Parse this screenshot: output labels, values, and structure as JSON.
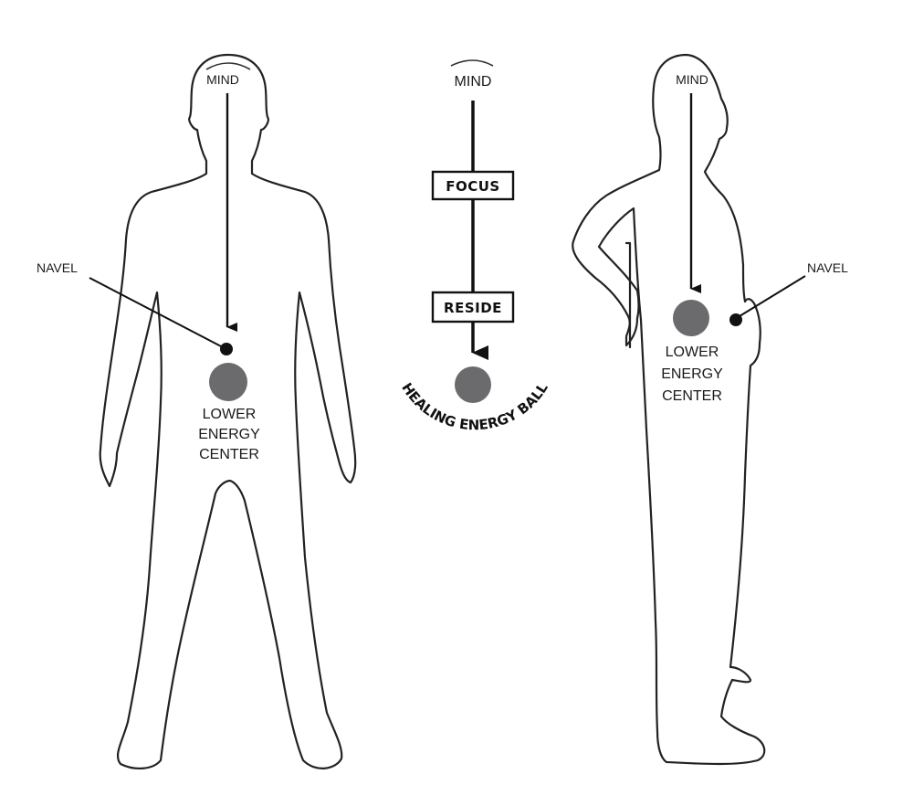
{
  "colors": {
    "ink": "#1a1a1a",
    "energy_ball": "#6b6b6e",
    "background": "#ffffff"
  },
  "front_figure": {
    "mind_label": "MIND",
    "navel_label": "NAVEL",
    "center_label": [
      "LOWER",
      "ENERGY",
      "CENTER"
    ]
  },
  "flow": {
    "mind_label": "MIND",
    "steps": [
      "FOCUS",
      "RESIDE"
    ],
    "ball_label": "HEALING ENERGY BALL"
  },
  "side_figure": {
    "mind_label": "MIND",
    "navel_label": "NAVEL",
    "center_label": [
      "LOWER",
      "ENERGY",
      "CENTER"
    ]
  }
}
